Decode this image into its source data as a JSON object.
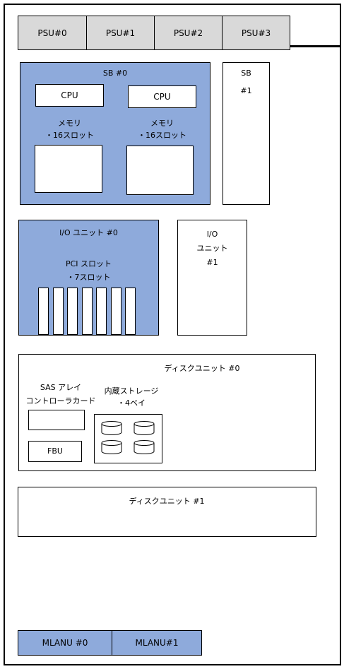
{
  "psus": [
    "PSU#0",
    "PSU#1",
    "PSU#2",
    "PSU#3"
  ],
  "sb0": {
    "title": "SB #0",
    "cpu1": "CPU",
    "cpu2": "CPU",
    "mem_label1": "メモリ",
    "mem_slots1": "・16スロット",
    "mem_label2": "メモリ",
    "mem_slots2": "・16スロット"
  },
  "sb1": {
    "line1": "SB",
    "line2": "#1"
  },
  "io0": {
    "title": "I/O ユニット #0",
    "pci": "PCI スロット",
    "slots": "・7スロット",
    "slot_count": 7
  },
  "io1": {
    "line1": "I/O",
    "line2": "ユニット",
    "line3": "#1"
  },
  "disk0": {
    "title": "ディスクユニット #0",
    "sas_line1": "SAS アレイ",
    "sas_line2": "コントローラカード",
    "storage_line1": "内蔵ストレージ",
    "storage_line2": "・4ベイ",
    "fbu": "FBU",
    "bays": 4
  },
  "disk1": {
    "title": "ディスクユニット #1"
  },
  "mlanu": [
    "MLANU #0",
    "MLANU#1"
  ],
  "colors": {
    "blue_fill": "#8eaadb",
    "psu_fill": "#d9d9d9",
    "line": "#000000"
  }
}
